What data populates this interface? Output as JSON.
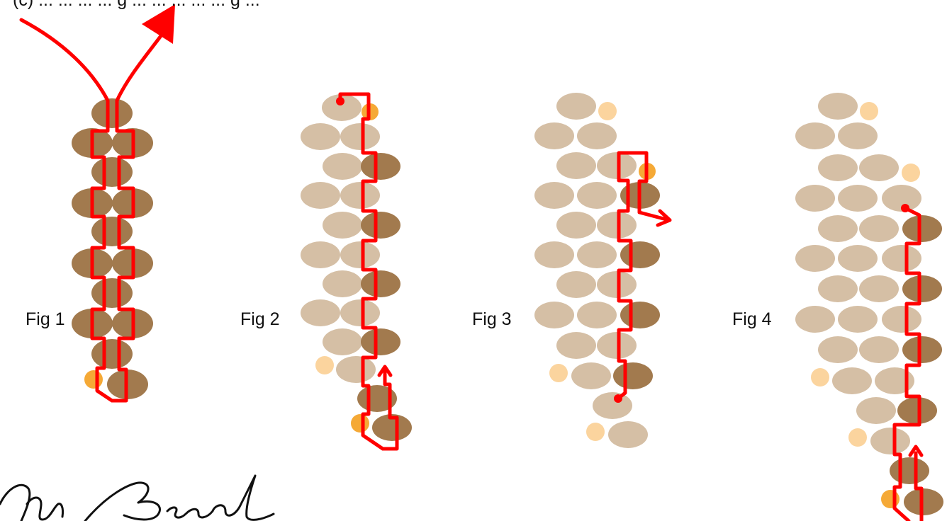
{
  "caption": "(c) ... ... ... ... g ... ... ... ... ... g ...",
  "figures": [
    {
      "label": "Fig 1"
    },
    {
      "label": "Fig 2"
    },
    {
      "label": "Fig 3"
    },
    {
      "label": "Fig 4"
    }
  ],
  "colors": {
    "bead_dark": "#a27a4e",
    "bead_light": "#d5bfa5",
    "bead_accent": "#f5a936",
    "bead_accent_light": "#fbd49e",
    "thread": "#ff0000"
  },
  "logo_text": "John Bead"
}
